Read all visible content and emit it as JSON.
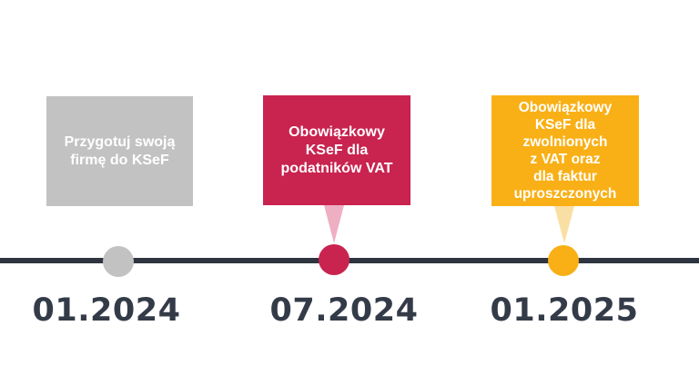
{
  "timeline": {
    "background_color": "#ffffff",
    "line_color": "#2e3540",
    "label_text_color": "#ffffff",
    "date_text_color": "#343b48",
    "milestones": [
      {
        "date": "01.2024",
        "label": "Przygotuj swoją\nfirmę do KSeF",
        "box_color": "#c2c2c2",
        "dot_color": "#c2c2c2",
        "pointer_color": null
      },
      {
        "date": "07.2024",
        "label": "Obowiązkowy\nKSeF dla\npodatników VAT",
        "box_color": "#c9234f",
        "dot_color": "#c9234f",
        "pointer_color": "#efafc3"
      },
      {
        "date": "01.2025",
        "label": "Obowiązkowy\nKSeF dla\nzwolnionych\nz VAT oraz\ndla faktur\nuproszczonych",
        "box_color": "#f9b016",
        "dot_color": "#f9b016",
        "pointer_color": "#fadfa4"
      }
    ]
  }
}
